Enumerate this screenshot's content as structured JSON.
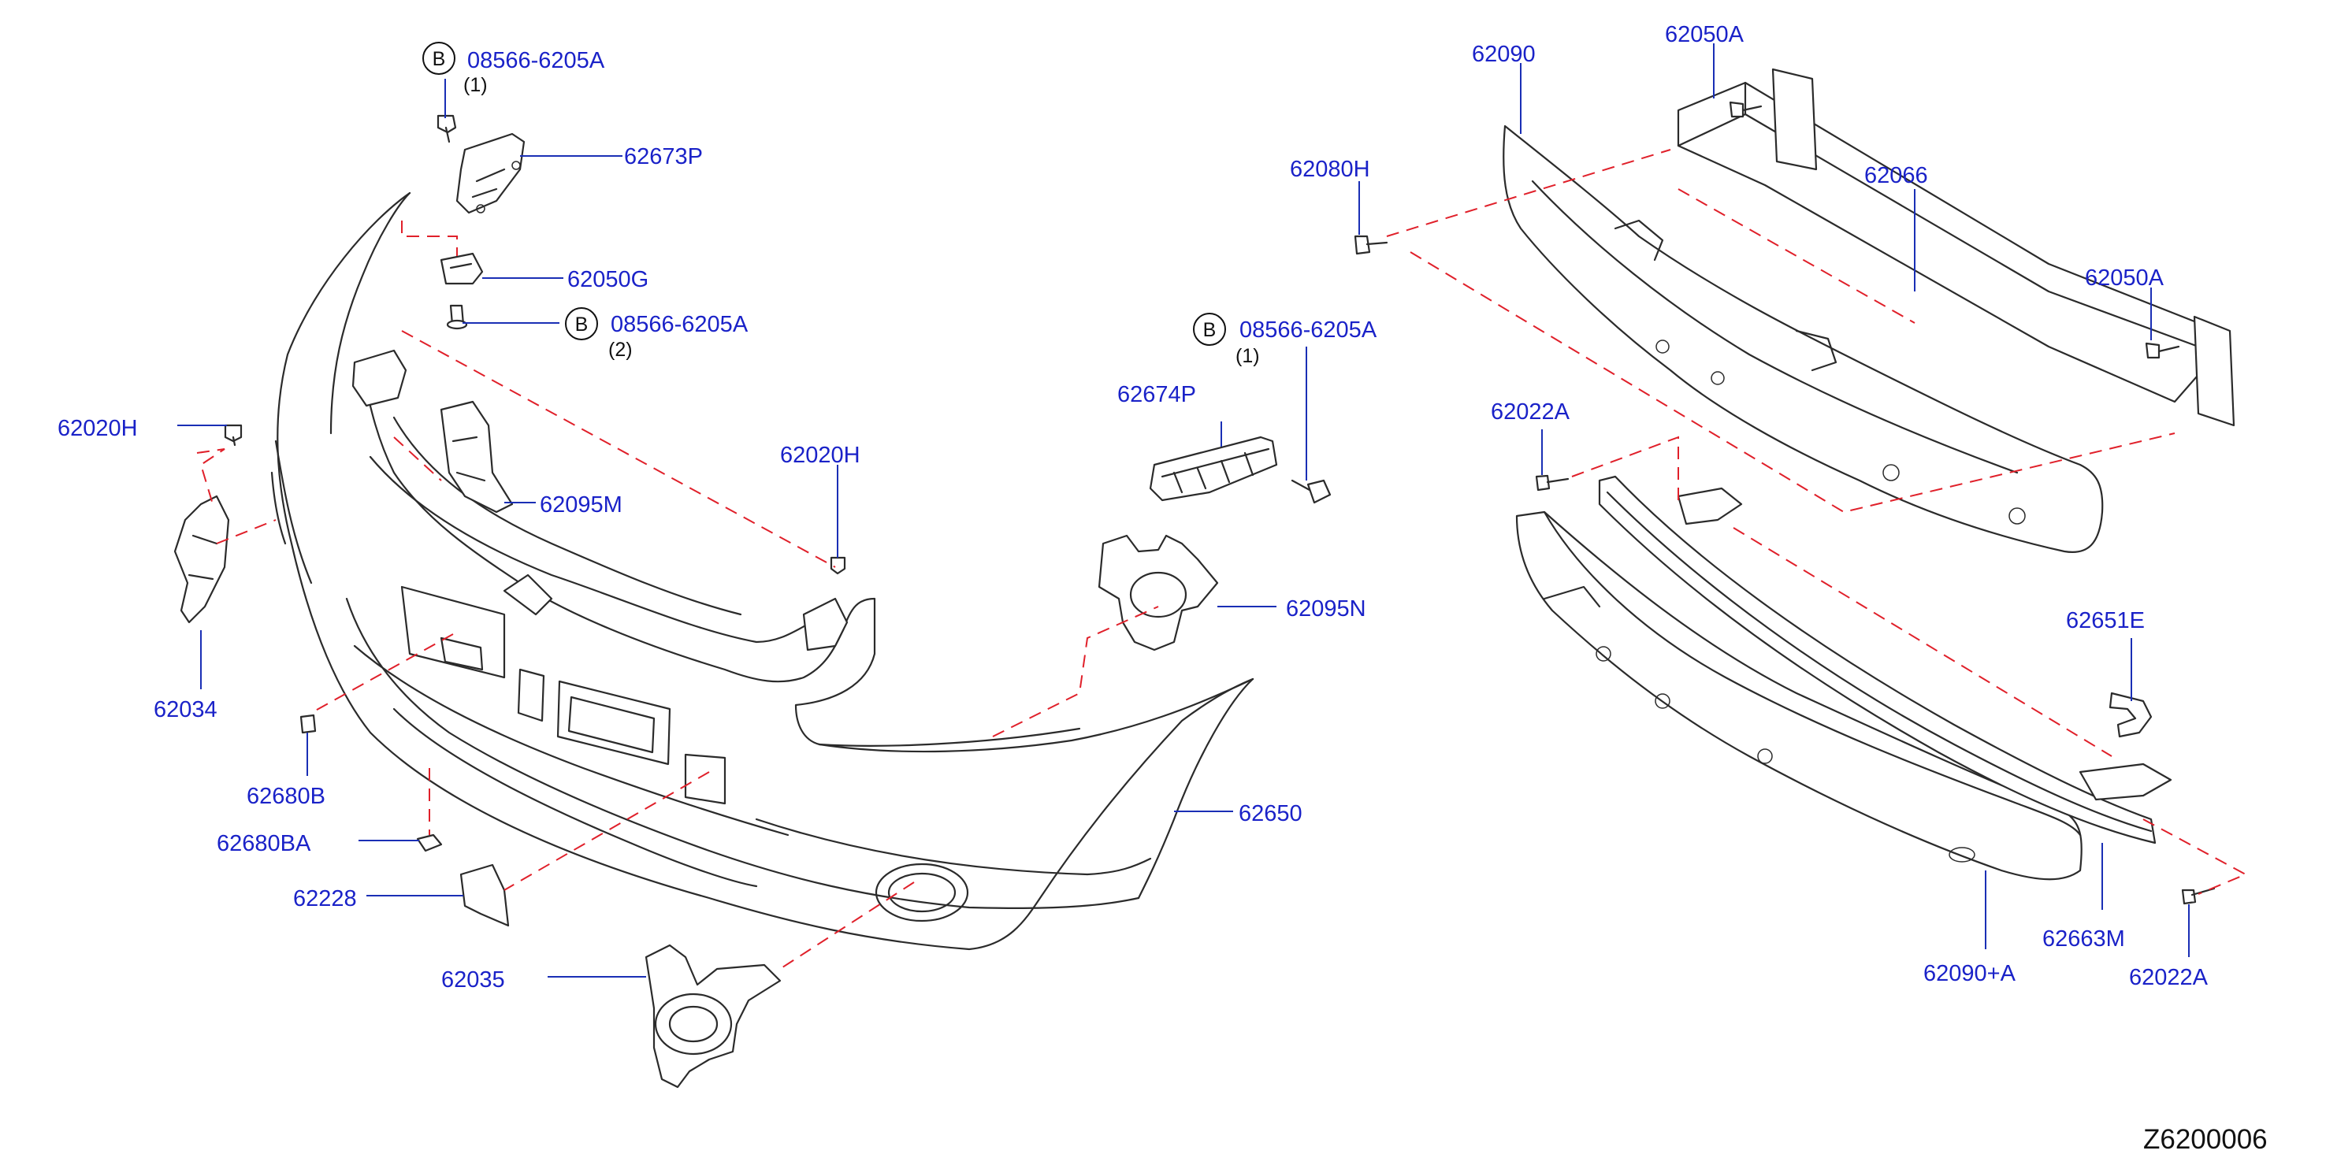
{
  "diagram_id": "Z6200006",
  "callouts": {
    "bolt_top": {
      "circle": "B",
      "code": "08566-6205A",
      "qty": "(1)"
    },
    "bolt_mid": {
      "circle": "B",
      "code": "08566-6205A",
      "qty": "(2)"
    },
    "bolt_right": {
      "circle": "B",
      "code": "08566-6205A",
      "qty": "(1)"
    }
  },
  "labels": {
    "p62673P": "62673P",
    "p62050G": "62050G",
    "p62020H_left": "62020H",
    "p62020H_mid": "62020H",
    "p62095M": "62095M",
    "p62034": "62034",
    "p62680B": "62680B",
    "p62680BA": "62680BA",
    "p62228": "62228",
    "p62035": "62035",
    "p62650": "62650",
    "p62674P": "62674P",
    "p62095N": "62095N",
    "p62090": "62090",
    "p62050A_top": "62050A",
    "p62080H": "62080H",
    "p62066": "62066",
    "p62050A_right": "62050A",
    "p62022A_top": "62022A",
    "p62651E": "62651E",
    "p62663M": "62663M",
    "p62090A": "62090+A",
    "p62022A_bottom": "62022A"
  }
}
